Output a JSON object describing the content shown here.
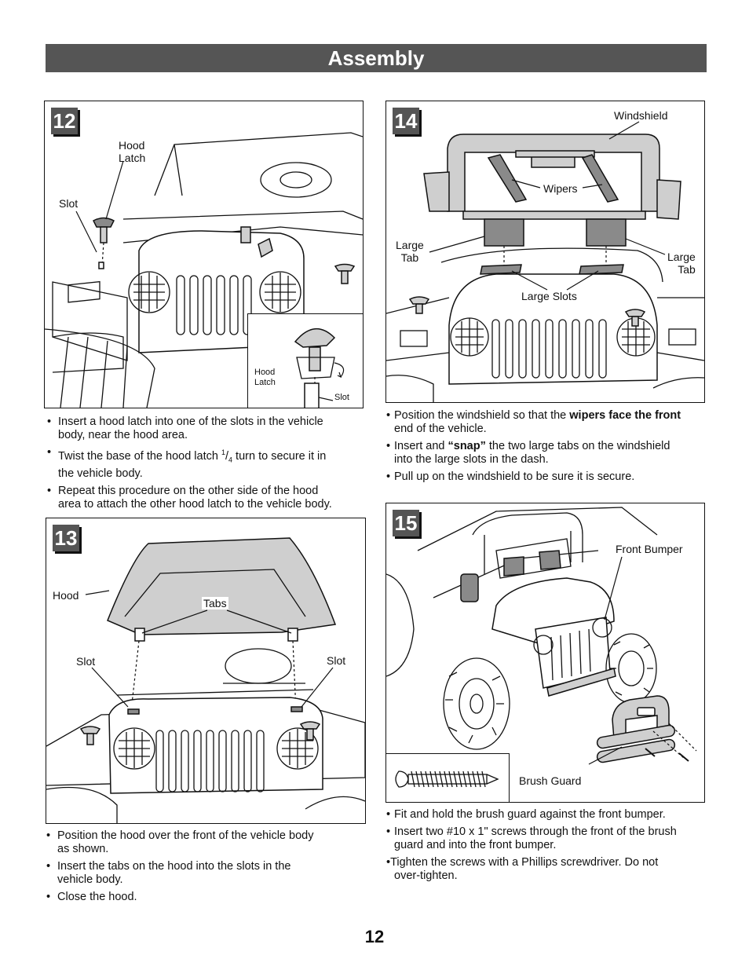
{
  "header": {
    "title": "Assembly"
  },
  "page_number": "12",
  "steps": {
    "s12": {
      "number": "12",
      "labels": {
        "hood_latch_line1": "Hood",
        "hood_latch_line2": "Latch",
        "slot": "Slot",
        "inset_hood_latch_line1": "Hood",
        "inset_hood_latch_line2": "Latch",
        "inset_slot": "Slot"
      },
      "instructions": [
        {
          "line1": "Insert a hood latch into one of the slots in the vehicle",
          "line2": "body, near the hood area."
        },
        {
          "pre": "Twist the base of the hood latch ",
          "frac_num": "1",
          "frac_den": "4",
          "post": " turn to secure it in",
          "line2": "the vehicle body."
        },
        {
          "line1": "Repeat this procedure on the other side of the hood",
          "line2": "area to attach the other hood latch to the vehicle body."
        }
      ]
    },
    "s13": {
      "number": "13",
      "labels": {
        "hood": "Hood",
        "tabs": "Tabs",
        "slot_left": "Slot",
        "slot_right": "Slot"
      },
      "instructions": [
        {
          "line1": "Position the hood over the front of the vehicle body",
          "line2": "as shown."
        },
        {
          "line1": "Insert the tabs on the hood into the slots in the",
          "line2": "vehicle body."
        },
        {
          "line1": "Close the hood."
        }
      ]
    },
    "s14": {
      "number": "14",
      "labels": {
        "windshield": "Windshield",
        "wipers": "Wipers",
        "large_tab_left_line1": "Large",
        "large_tab_left_line2": "Tab",
        "large_tab_right_line1": "Large",
        "large_tab_right_line2": "Tab",
        "large_slots": "Large Slots"
      },
      "instructions": [
        {
          "pre": "Position the windshield so that the ",
          "bold": "wipers face the front",
          "line2": "end of the vehicle."
        },
        {
          "pre": "Insert and ",
          "bold": "“snap”",
          "post": " the two large tabs on the windshield",
          "line2": "into the large slots in the dash."
        },
        {
          "line1": "Pull up on the windshield to be sure it is secure."
        }
      ]
    },
    "s15": {
      "number": "15",
      "labels": {
        "front_bumper": "Front Bumper",
        "brush_guard": "Brush Guard"
      },
      "instructions": [
        {
          "line1": "Fit and hold the brush guard against the front bumper."
        },
        {
          "line1": "Insert two #10 x 1\" screws through the front of the brush",
          "line2": "guard and into the front bumper."
        },
        {
          "line1": "•Tighten the screws with a Phillips screwdriver. Do not",
          "line2": "over-tighten."
        }
      ]
    }
  }
}
